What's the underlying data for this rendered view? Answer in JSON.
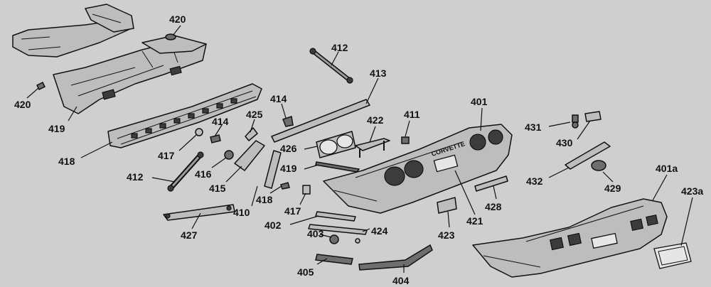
{
  "diagram": {
    "badge_text": "CORVETTE",
    "callouts": [
      {
        "id": "420",
        "label": "420"
      },
      {
        "id": "420b",
        "label": "420"
      },
      {
        "id": "419",
        "label": "419"
      },
      {
        "id": "418",
        "label": "418"
      },
      {
        "id": "412",
        "label": "412"
      },
      {
        "id": "413",
        "label": "413"
      },
      {
        "id": "414",
        "label": "414"
      },
      {
        "id": "414b",
        "label": "414"
      },
      {
        "id": "425",
        "label": "425"
      },
      {
        "id": "417",
        "label": "417"
      },
      {
        "id": "412b",
        "label": "412"
      },
      {
        "id": "416",
        "label": "416"
      },
      {
        "id": "415",
        "label": "415"
      },
      {
        "id": "426",
        "label": "426"
      },
      {
        "id": "419b",
        "label": "419"
      },
      {
        "id": "422",
        "label": "422"
      },
      {
        "id": "411",
        "label": "411"
      },
      {
        "id": "401",
        "label": "401"
      },
      {
        "id": "418b",
        "label": "418"
      },
      {
        "id": "410",
        "label": "410"
      },
      {
        "id": "417b",
        "label": "417"
      },
      {
        "id": "427",
        "label": "427"
      },
      {
        "id": "402",
        "label": "402"
      },
      {
        "id": "424",
        "label": "424"
      },
      {
        "id": "403",
        "label": "403"
      },
      {
        "id": "405",
        "label": "405"
      },
      {
        "id": "404",
        "label": "404"
      },
      {
        "id": "423",
        "label": "423"
      },
      {
        "id": "428",
        "label": "428"
      },
      {
        "id": "421",
        "label": "421"
      },
      {
        "id": "431",
        "label": "431"
      },
      {
        "id": "430",
        "label": "430"
      },
      {
        "id": "432",
        "label": "432"
      },
      {
        "id": "429",
        "label": "429"
      },
      {
        "id": "401a",
        "label": "401a"
      },
      {
        "id": "423a",
        "label": "423a"
      }
    ]
  }
}
